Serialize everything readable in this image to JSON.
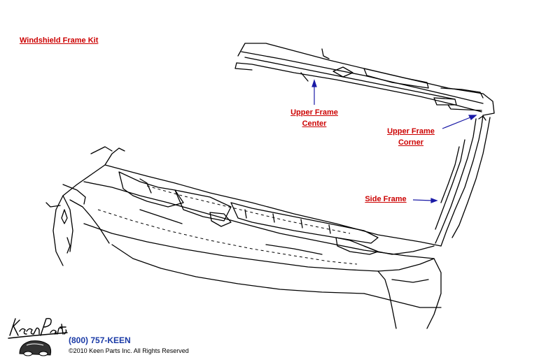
{
  "page": {
    "title_link": "Windshield Frame Kit"
  },
  "labels": {
    "upper_frame_center": [
      "Upper Frame",
      "Center"
    ],
    "upper_frame_corner": [
      "Upper Frame",
      "Corner"
    ],
    "side_frame": "Side Frame"
  },
  "footer": {
    "logo_text": "Keen Parts",
    "phone": "(800) 757-KEEN",
    "copyright": "©2010 Keen Parts Inc. All Rights Reserved"
  },
  "colors": {
    "link_red": "#cc0000",
    "arrow_blue": "#1a1aa6",
    "phone_blue": "#1a3aa6",
    "line": "#000000"
  }
}
